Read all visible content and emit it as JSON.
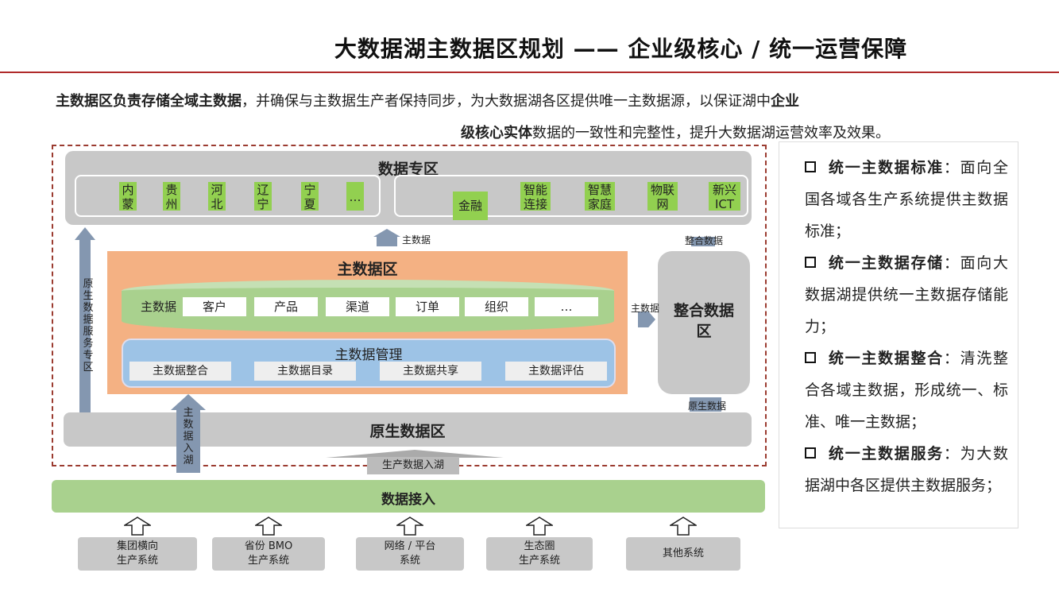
{
  "title": "大数据湖主数据区规划 —— 企业级核心 / 统一运营保障",
  "intro": {
    "b1": "主数据区负责存储全域主数据",
    "t1": "，并确保与主数据生产者保持同步，为大数据湖各区提供唯一主数据源，以保证湖中",
    "b2": "企业",
    "b3": "级核心实体",
    "t2": "数据的一致性和完整性，提升大数据湖运营效率及效果。"
  },
  "special": {
    "title": "数据专区",
    "provinces": [
      "内蒙",
      "贵州",
      "河北",
      "辽宁",
      "宁夏",
      "…"
    ],
    "domains": [
      "金融",
      "智能连接",
      "智慧家庭",
      "物联网",
      "新兴ICT"
    ]
  },
  "labels": {
    "master_data": "主数据",
    "integrated_data": "整合数据",
    "raw_data": "原生数据",
    "prod_into_lake": "生产数据入湖",
    "master_into_lake": "主数据入湖",
    "raw_service": "原生数据服务专区",
    "master_to_integ": "主数据"
  },
  "master": {
    "title": "主数据区",
    "row_label": "主数据",
    "entities": [
      "客户",
      "产品",
      "渠道",
      "订单",
      "组织",
      "…"
    ],
    "mgmt_title": "主数据管理",
    "mgmt": [
      "主数据整合",
      "主数据目录",
      "主数据共享",
      "主数据评估"
    ]
  },
  "integ": {
    "title": "整合数据区"
  },
  "raw": {
    "title": "原生数据区"
  },
  "ingest": {
    "title": "数据接入"
  },
  "sources": [
    "集团横向\n生产系统",
    "省份 BMO\n生产系统",
    "网络 / 平台\n系统",
    "生态圈\n生产系统",
    "其他系统"
  ],
  "right": [
    {
      "head": "统一主数据标准",
      "body": "：面向全国各域各生产系统提供主数据标准；"
    },
    {
      "head": "统一主数据存储",
      "body": "：面向大数据湖提供统一主数据存储能力；"
    },
    {
      "head": "统一主数据整合",
      "body": "：清洗整合各域主数据，形成统一、标准、唯一主数据；"
    },
    {
      "head": "统一主数据服务",
      "body": "：为大数据湖中各区提供主数据服务；"
    }
  ]
}
